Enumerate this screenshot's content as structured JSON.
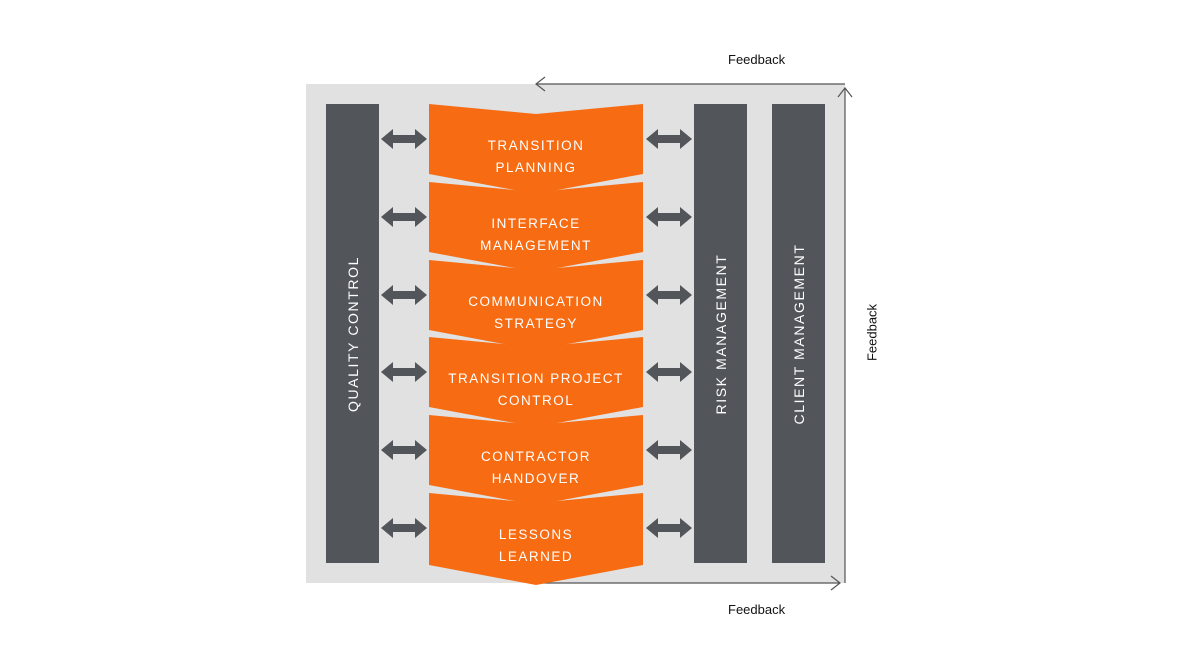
{
  "feedback": {
    "top": "Feedback",
    "bottom": "Feedback",
    "right": "Feedback"
  },
  "pillars": {
    "left": "QUALITY CONTROL",
    "middle_right": "RISK MANAGEMENT",
    "far_right": "CLIENT MANAGEMENT"
  },
  "stages": [
    {
      "label": "TRANSITION\nPLANNING"
    },
    {
      "label": "INTERFACE\nMANAGEMENT"
    },
    {
      "label": "COMMUNICATION\nSTRATEGY"
    },
    {
      "label": "TRANSITION PROJECT\nCONTROL"
    },
    {
      "label": "CONTRACTOR\nHANDOVER"
    },
    {
      "label": "LESSONS\nLEARNED"
    }
  ],
  "colors": {
    "stage": "#f76b13",
    "pillar": "#52555a",
    "panel": "#e1e1e1"
  }
}
